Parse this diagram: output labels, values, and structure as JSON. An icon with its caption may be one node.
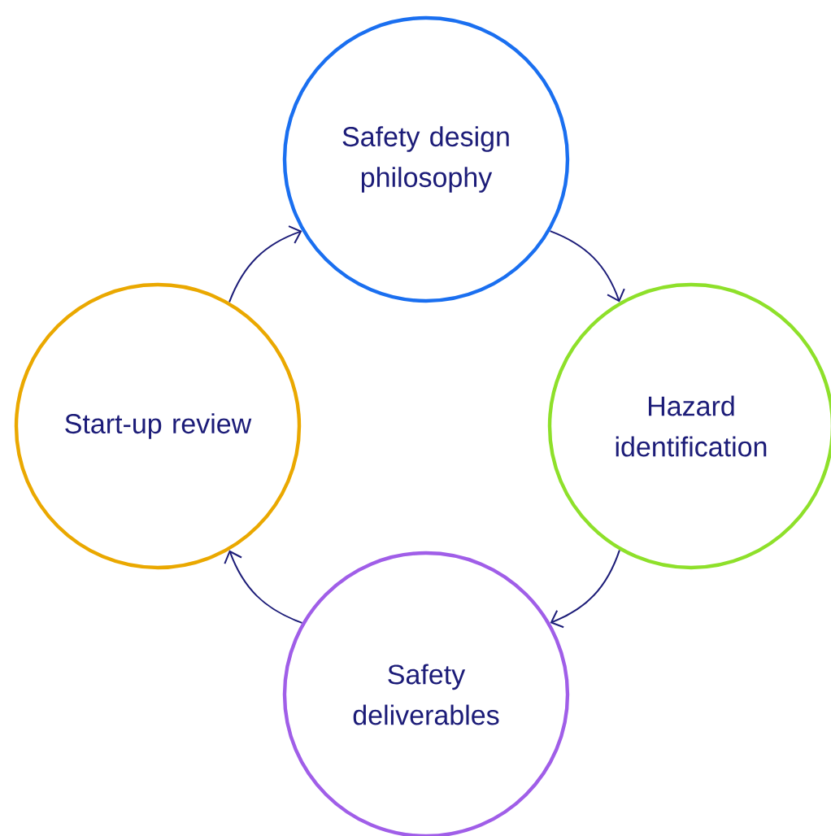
{
  "diagram": {
    "nodes": [
      {
        "text": [
          "Safety design philosophy"
        ]
      },
      {
        "text": [
          "Hazard identification"
        ]
      },
      {
        "text": [
          "Safety deliverables"
        ]
      },
      {
        "text": [
          "Start-up review"
        ]
      }
    ],
    "edges": [
      {
        "from": 0,
        "to": 1,
        "arrow": "to"
      },
      {
        "from": 1,
        "to": 2,
        "arrow": "to"
      },
      {
        "from": 2,
        "to": 3,
        "arrow": "to"
      },
      {
        "from": 3,
        "to": 0,
        "arrow": "to"
      }
    ]
  }
}
